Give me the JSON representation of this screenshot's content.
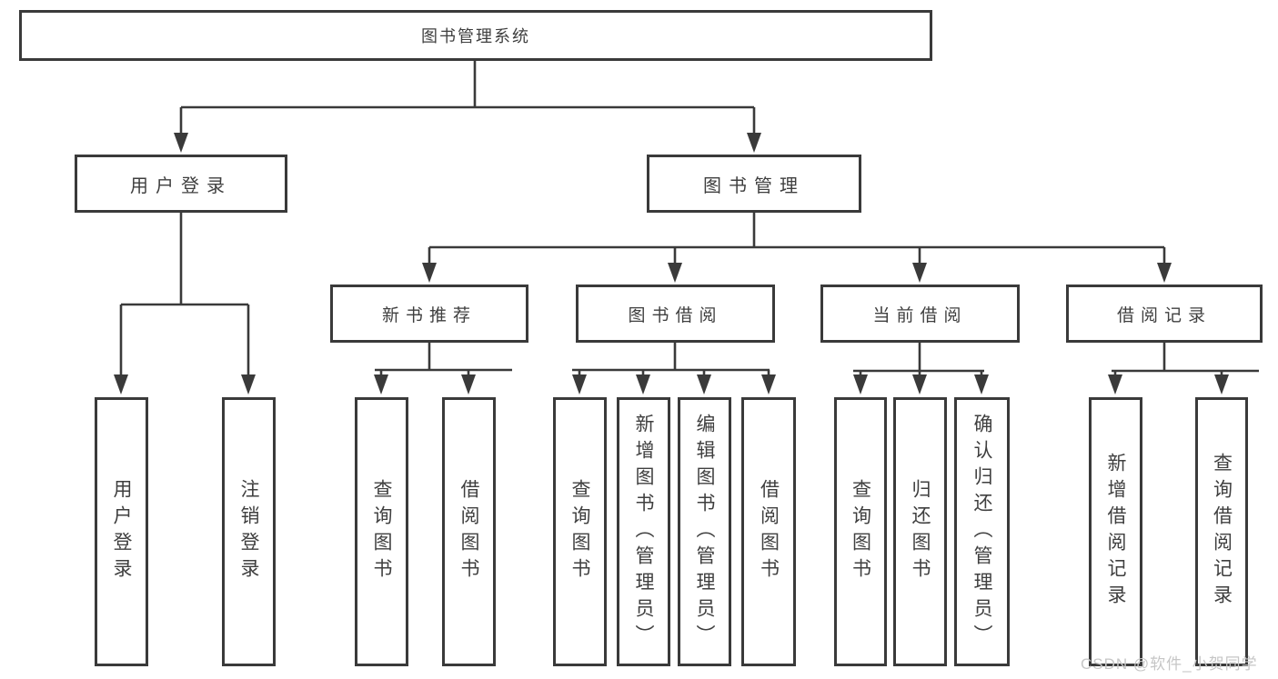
{
  "diagram": {
    "root": {
      "label": "图书管理系统"
    },
    "level2": {
      "user_login": {
        "label": "用户登录"
      },
      "book_management": {
        "label": "图书管理"
      }
    },
    "level3": {
      "new_book_recommend": {
        "label": "新书推荐"
      },
      "book_borrow": {
        "label": "图书借阅"
      },
      "current_borrow": {
        "label": "当前借阅"
      },
      "borrow_records": {
        "label": "借阅记录"
      }
    },
    "leaves": {
      "user_login": [
        "用户登录",
        "注销登录"
      ],
      "new_book_recommend": [
        "查询图书",
        "借阅图书"
      ],
      "book_borrow": [
        "查询图书",
        "新增图书（管理员）",
        "编辑图书（管理员）",
        "借阅图书"
      ],
      "current_borrow": [
        "查询图书",
        "归还图书",
        "确认归还（管理员）"
      ],
      "borrow_records": [
        "新增借阅记录",
        "查询借阅记录"
      ]
    }
  },
  "watermark": {
    "text": "CSDN @软件_小贺同学"
  },
  "colors": {
    "line": "#3a3a3a",
    "text": "#3f3f3f",
    "watermark": "#c6c6c6",
    "background": "#ffffff"
  }
}
